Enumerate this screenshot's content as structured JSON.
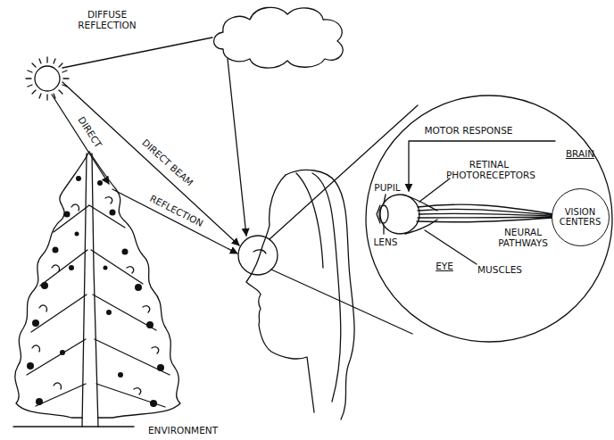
{
  "diagram": {
    "nodes": [
      {
        "text": [
          "VISION CENTERS"
        ]
      }
    ],
    "labels": [
      "DIFFUSE REFLECTION",
      "DIRECT BEAM",
      "DIRECT",
      "REFLECTION",
      "MOTOR RESPONSE",
      "BRAIN",
      "RETINAL PHOTORECEPTORS",
      "PUPIL",
      "LENS",
      "NEURAL PATHWAYS",
      "EYE",
      "MUSCLES",
      "ENVIRONMENT"
    ]
  }
}
